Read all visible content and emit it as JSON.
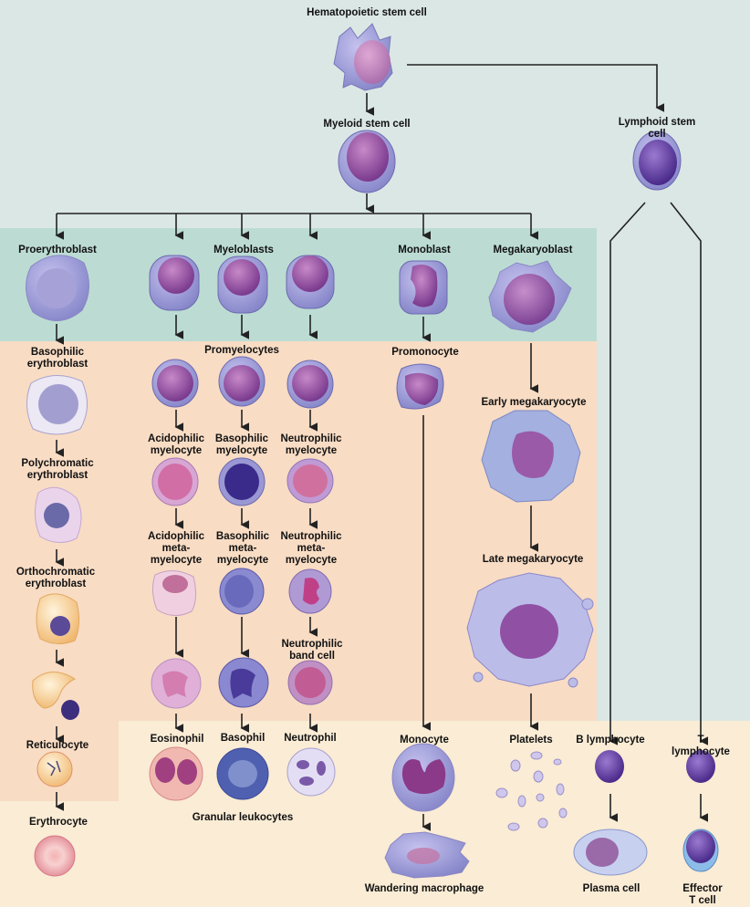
{
  "title": "Hematopoiesis lineage diagram",
  "colors": {
    "stem_region": "#dbe7e5",
    "blast_region": "#bcdcd3",
    "intermediate_region": "#f8dcc4",
    "mature_region": "#faecd5",
    "arrow": "#222222"
  },
  "labels": {
    "hsc": "Hematopoietic stem cell",
    "myeloid": "Myeloid stem cell",
    "lymphoid": "Lymphoid stem cell",
    "proerythroblast": "Proerythroblast",
    "myeloblasts": "Myeloblasts",
    "monoblast": "Monoblast",
    "megakaryoblast": "Megakaryoblast",
    "basophilic_erythroblast": "Basophilic\nerythroblast",
    "promyelocytes": "Promyelocytes",
    "promonocyte": "Promonocyte",
    "early_megakaryocyte": "Early megakaryocyte",
    "polychromatic_erythroblast": "Polychromatic\nerythroblast",
    "acidophilic_myelocyte": "Acidophilic\nmyelocyte",
    "basophilic_myelocyte": "Basophilic\nmyelocyte",
    "neutrophilic_myelocyte": "Neutrophilic\nmyelocyte",
    "orthochromatic_erythroblast": "Orthochromatic\nerythroblast",
    "acidophilic_metamyelocyte": "Acidophilic\nmeta-\nmyelocyte",
    "basophilic_metamyelocyte": "Basophilic\nmeta-\nmyelocyte",
    "neutrophilic_metamyelocyte": "Neutrophilic\nmeta-\nmyelocyte",
    "late_megakaryocyte": "Late megakaryocyte",
    "neutrophilic_band_cell": "Neutrophilic\nband cell",
    "reticulocyte": "Reticulocyte",
    "eosinophil": "Eosinophil",
    "basophil": "Basophil",
    "neutrophil": "Neutrophil",
    "monocyte": "Monocyte",
    "platelets": "Platelets",
    "b_lymphocyte": "B lymphocyte",
    "t_lymphocyte": "T lymphocyte",
    "erythrocyte": "Erythrocyte",
    "granular_leukocytes": "Granular leukocytes",
    "wandering_macrophage": "Wandering macrophage",
    "plasma_cell": "Plasma cell",
    "effector_t_cell": "Effector T cell"
  }
}
